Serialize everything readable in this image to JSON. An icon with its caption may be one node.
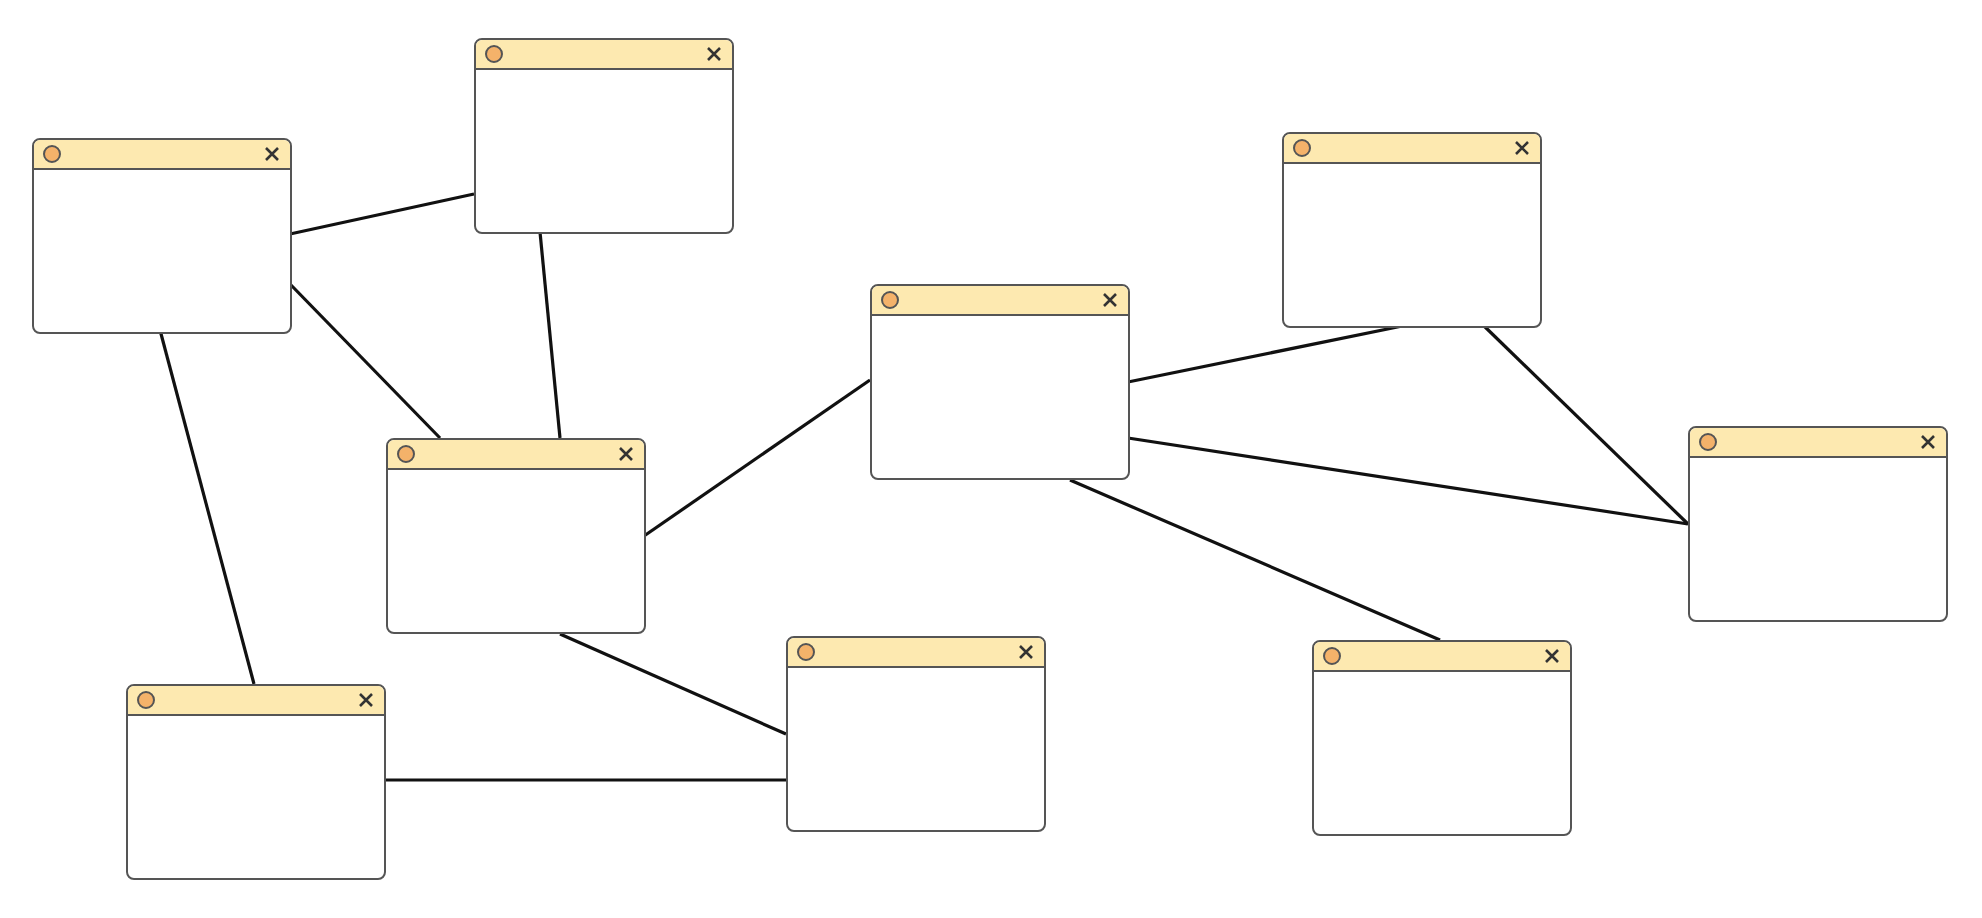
{
  "diagram": {
    "nodes": [
      {
        "text": [],
        "shape": "box"
      },
      {
        "text": [],
        "shape": "box"
      },
      {
        "text": [],
        "shape": "box"
      },
      {
        "text": [],
        "shape": "box"
      },
      {
        "text": [],
        "shape": "box"
      },
      {
        "text": [],
        "shape": "box"
      },
      {
        "text": [],
        "shape": "box"
      },
      {
        "text": [],
        "shape": "box"
      },
      {
        "text": [],
        "shape": "box"
      }
    ],
    "edges": [
      {
        "from": 0,
        "to": 3,
        "arrow": "none"
      },
      {
        "from": 0,
        "to": 2,
        "arrow": "none"
      },
      {
        "from": 0,
        "to": 1,
        "arrow": "none"
      },
      {
        "from": 3,
        "to": 2,
        "arrow": "none"
      },
      {
        "from": 2,
        "to": 5,
        "arrow": "none"
      },
      {
        "from": 2,
        "to": 4,
        "arrow": "none"
      },
      {
        "from": 1,
        "to": 4,
        "arrow": "none"
      },
      {
        "from": 5,
        "to": 6,
        "arrow": "none"
      },
      {
        "from": 5,
        "to": 8,
        "arrow": "none"
      },
      {
        "from": 5,
        "to": 7,
        "arrow": "none"
      },
      {
        "from": 6,
        "to": 8,
        "arrow": "none"
      }
    ]
  }
}
